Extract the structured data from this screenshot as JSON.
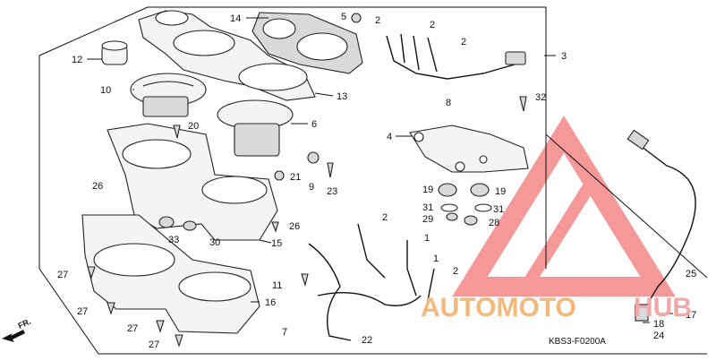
{
  "diagram": {
    "drawing_code": "KBS3-F0200A",
    "direction_label": "FR.",
    "watermark": {
      "part1": "AUTOMOTO",
      "part2": "HUB"
    },
    "parts": [
      {
        "id": "p1a",
        "label": "1"
      },
      {
        "id": "p1b",
        "label": "1"
      },
      {
        "id": "p2a",
        "label": "2"
      },
      {
        "id": "p2b",
        "label": "2"
      },
      {
        "id": "p2c",
        "label": "2"
      },
      {
        "id": "p2d",
        "label": "2"
      },
      {
        "id": "p2e",
        "label": "2"
      },
      {
        "id": "p3",
        "label": "3"
      },
      {
        "id": "p4",
        "label": "4"
      },
      {
        "id": "p5",
        "label": "5"
      },
      {
        "id": "p6",
        "label": "6"
      },
      {
        "id": "p7",
        "label": "7"
      },
      {
        "id": "p8",
        "label": "8"
      },
      {
        "id": "p9",
        "label": "9"
      },
      {
        "id": "p10",
        "label": "10"
      },
      {
        "id": "p11",
        "label": "11"
      },
      {
        "id": "p12",
        "label": "12"
      },
      {
        "id": "p13",
        "label": "13"
      },
      {
        "id": "p14",
        "label": "14"
      },
      {
        "id": "p15",
        "label": "15"
      },
      {
        "id": "p16",
        "label": "16"
      },
      {
        "id": "p17",
        "label": "17"
      },
      {
        "id": "p18",
        "label": "18"
      },
      {
        "id": "p19a",
        "label": "19"
      },
      {
        "id": "p19b",
        "label": "19"
      },
      {
        "id": "p20",
        "label": "20"
      },
      {
        "id": "p21",
        "label": "21"
      },
      {
        "id": "p22",
        "label": "22"
      },
      {
        "id": "p23",
        "label": "23"
      },
      {
        "id": "p24",
        "label": "24"
      },
      {
        "id": "p25",
        "label": "25"
      },
      {
        "id": "p26a",
        "label": "26"
      },
      {
        "id": "p26b",
        "label": "26"
      },
      {
        "id": "p27a",
        "label": "27"
      },
      {
        "id": "p27b",
        "label": "27"
      },
      {
        "id": "p27c",
        "label": "27"
      },
      {
        "id": "p27d",
        "label": "27"
      },
      {
        "id": "p28",
        "label": "28"
      },
      {
        "id": "p29",
        "label": "29"
      },
      {
        "id": "p30",
        "label": "30"
      },
      {
        "id": "p31a",
        "label": "31"
      },
      {
        "id": "p31b",
        "label": "31"
      },
      {
        "id": "p32",
        "label": "32"
      },
      {
        "id": "p33",
        "label": "33"
      }
    ]
  }
}
